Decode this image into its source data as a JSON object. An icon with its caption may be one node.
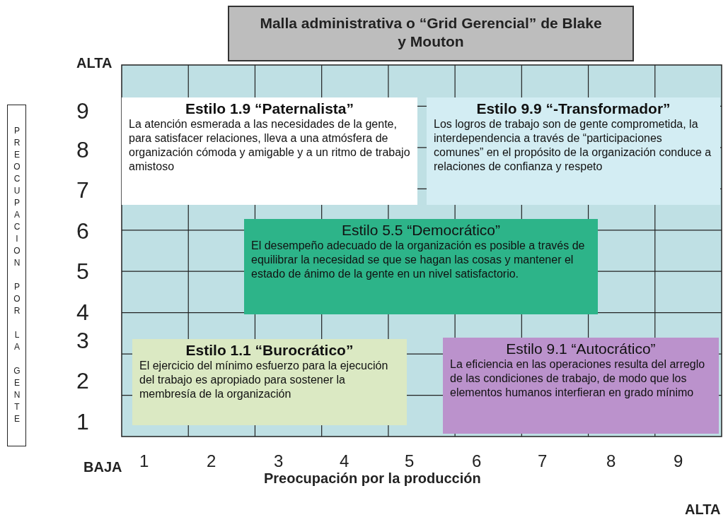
{
  "diagram": {
    "title": "Malla administrativa o “Grid Gerencial” de  Blake y Mouton",
    "nodes": [
      {
        "text": [
          "Estilo 1.9 “Paternalista”",
          "La atención esmerada a las necesidades de la gente, para satisfacer relaciones, lleva a una atmósfera de organización cómoda y amigable y a un ritmo de trabajo amistoso"
        ]
      },
      {
        "text": [
          "Estilo 9.9 “-Transformador”",
          "Los logros de trabajo son de gente comprometida, la interdependencia a través de “participaciones comunes” en el propósito de la organización conduce a relaciones de confianza y respeto"
        ]
      },
      {
        "text": [
          "Estilo 5.5 “Democrático”",
          "El desempeño adecuado de la organización es posible a través de equilibrar la necesidad se que se hagan las cosas y mantener el estado de ánimo de la gente en un nivel satisfactorio."
        ]
      },
      {
        "text": [
          "Estilo 1.1 “Burocrático”",
          "El ejercicio del mínimo esfuerzo para la ejecución del trabajo es apropiado para sostener la membresía de la organización"
        ]
      },
      {
        "text": [
          "Estilo 9.1 “Autocrático”",
          "La eficiencia en las operaciones resulta del arreglo de las condiciones de trabajo, de modo que los elementos humanos interfieran en grado mínimo"
        ]
      }
    ],
    "labels": [
      "ALTA",
      "9",
      "8",
      "7",
      "6",
      "5",
      "4",
      "3",
      "2",
      "1",
      "PREOCUPACION POR LA GENTE",
      "BAJA",
      "1",
      "2",
      "3",
      "4",
      "5",
      "6",
      "7",
      "8",
      "9",
      "Preocupación por la producción",
      "ALTA"
    ]
  }
}
